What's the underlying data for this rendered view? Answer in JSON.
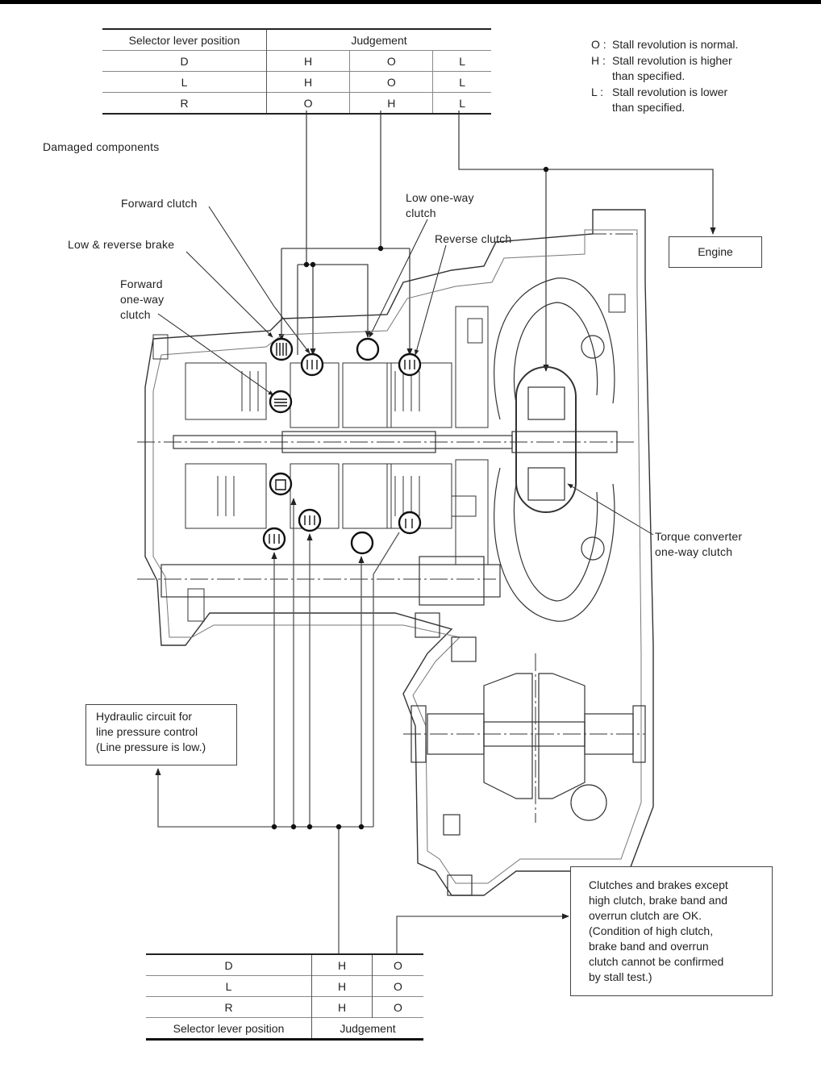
{
  "top_table": {
    "header_position": "Selector lever position",
    "header_judgement": "Judgement",
    "rows": [
      {
        "position": "D",
        "judgements": [
          "H",
          "O",
          "L"
        ]
      },
      {
        "position": "L",
        "judgements": [
          "H",
          "O",
          "L"
        ]
      },
      {
        "position": "R",
        "judgements": [
          "O",
          "H",
          "L"
        ]
      }
    ]
  },
  "legend": [
    {
      "key": "O",
      "sep": ":",
      "lines": [
        "Stall revolution is normal."
      ]
    },
    {
      "key": "H",
      "sep": ":",
      "lines": [
        "Stall revolution is higher",
        "than specified."
      ]
    },
    {
      "key": "L",
      "sep": ":",
      "lines": [
        "Stall revolution is lower",
        "than specified."
      ]
    }
  ],
  "labels": {
    "damaged_components": "Damaged components",
    "forward_clutch": "Forward clutch",
    "low_reverse_brake": "Low & reverse brake",
    "forward_one_way_clutch": [
      "Forward",
      "one-way",
      "clutch"
    ],
    "low_one_way_clutch": [
      "Low one-way",
      "clutch"
    ],
    "reverse_clutch": "Reverse clutch",
    "engine": "Engine",
    "torque_converter_one_way_clutch": [
      "Torque converter",
      "one-way clutch"
    ]
  },
  "hydraulic_box": [
    "Hydraulic circuit for",
    "line pressure control",
    "(Line pressure is low.)"
  ],
  "ok_box": [
    "Clutches and brakes except",
    "high clutch, brake band and",
    "overrun clutch are OK.",
    "(Condition of high clutch,",
    "brake band and overrun",
    "clutch cannot be confirmed",
    "by stall test.)"
  ],
  "bottom_table": {
    "rows": [
      {
        "position": "D",
        "judgements": [
          "H",
          "O"
        ]
      },
      {
        "position": "L",
        "judgements": [
          "H",
          "O"
        ]
      },
      {
        "position": "R",
        "judgements": [
          "H",
          "O"
        ]
      }
    ],
    "footer_position": "Selector lever position",
    "footer_judgement": "Judgement"
  }
}
